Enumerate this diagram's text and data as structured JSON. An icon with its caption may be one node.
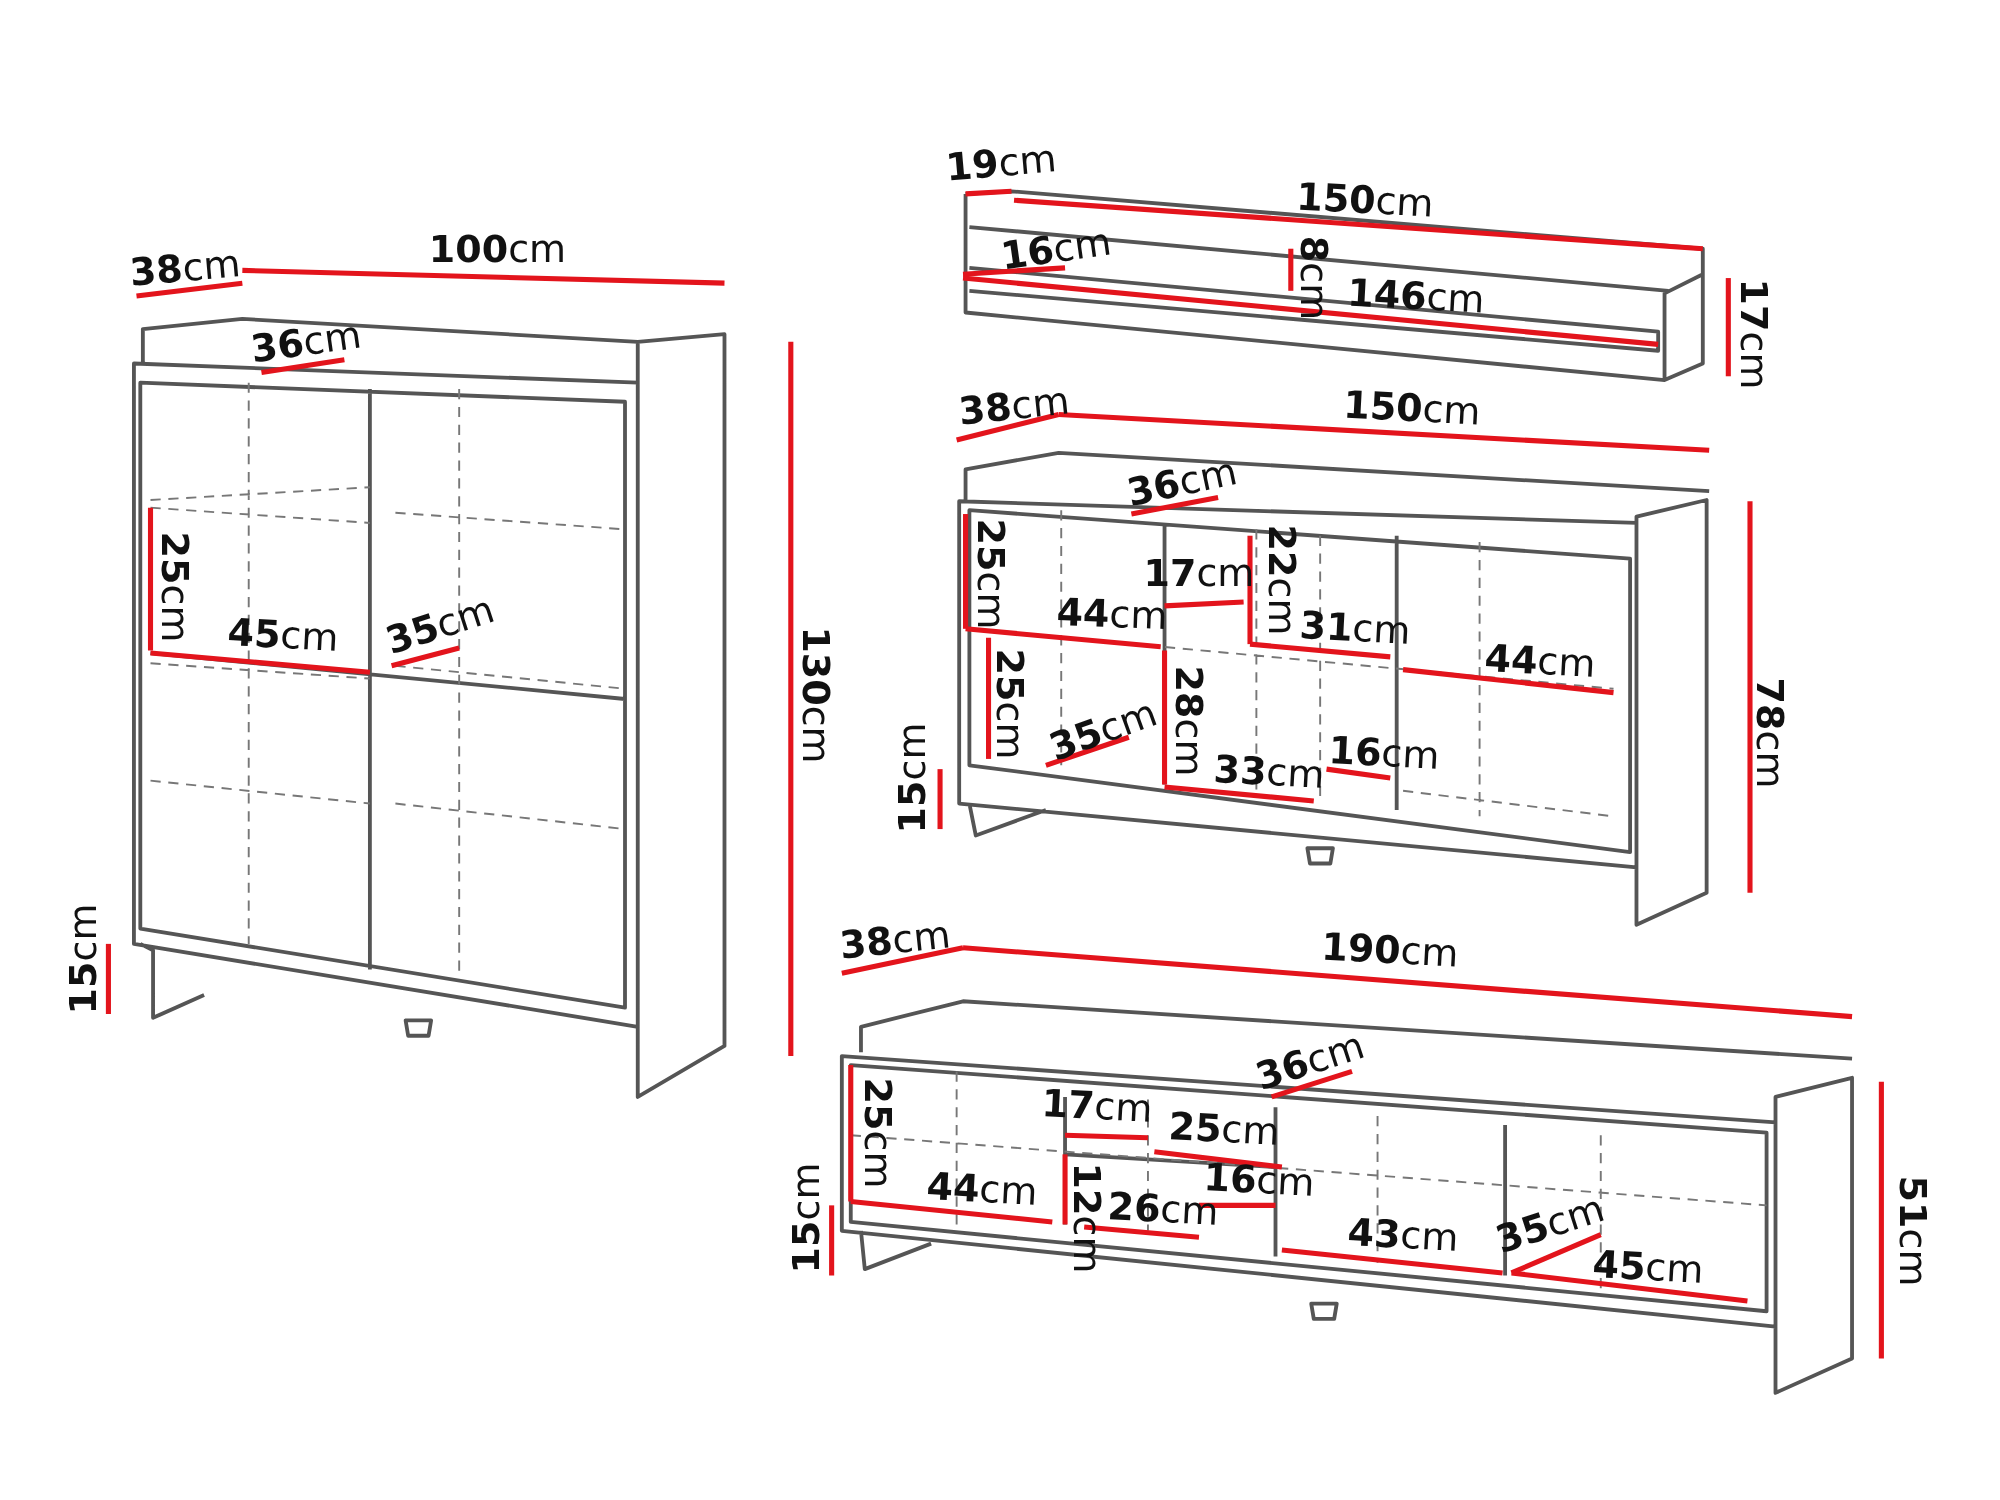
{
  "diagram": {
    "labels": [
      "**38**cm",
      "**100**cm",
      "**36**cm",
      "**25**cm",
      "**45**cm",
      "**35**cm",
      "**130**cm",
      "**15**cm",
      "**19**cm",
      "**150**cm",
      "**16**cm",
      "**8**cm",
      "**146**cm",
      "**17**cm",
      "**38**cm",
      "**150**cm",
      "**36**cm",
      "**25**cm",
      "**17**cm",
      "**22**cm",
      "**44**cm",
      "**31**cm",
      "**44**cm",
      "**25**cm",
      "**28**cm",
      "**35**cm",
      "**16**cm",
      "**33**cm",
      "**15**cm",
      "**78**cm",
      "**38**cm",
      "**190**cm",
      "**36**cm",
      "**17**cm",
      "**25**cm",
      "**25**cm",
      "**44**cm",
      "**16**cm",
      "**12**cm",
      "**26**cm",
      "**43**cm",
      "**35**cm",
      "**45**cm",
      "**15**cm",
      "**51**cm"
    ]
  }
}
